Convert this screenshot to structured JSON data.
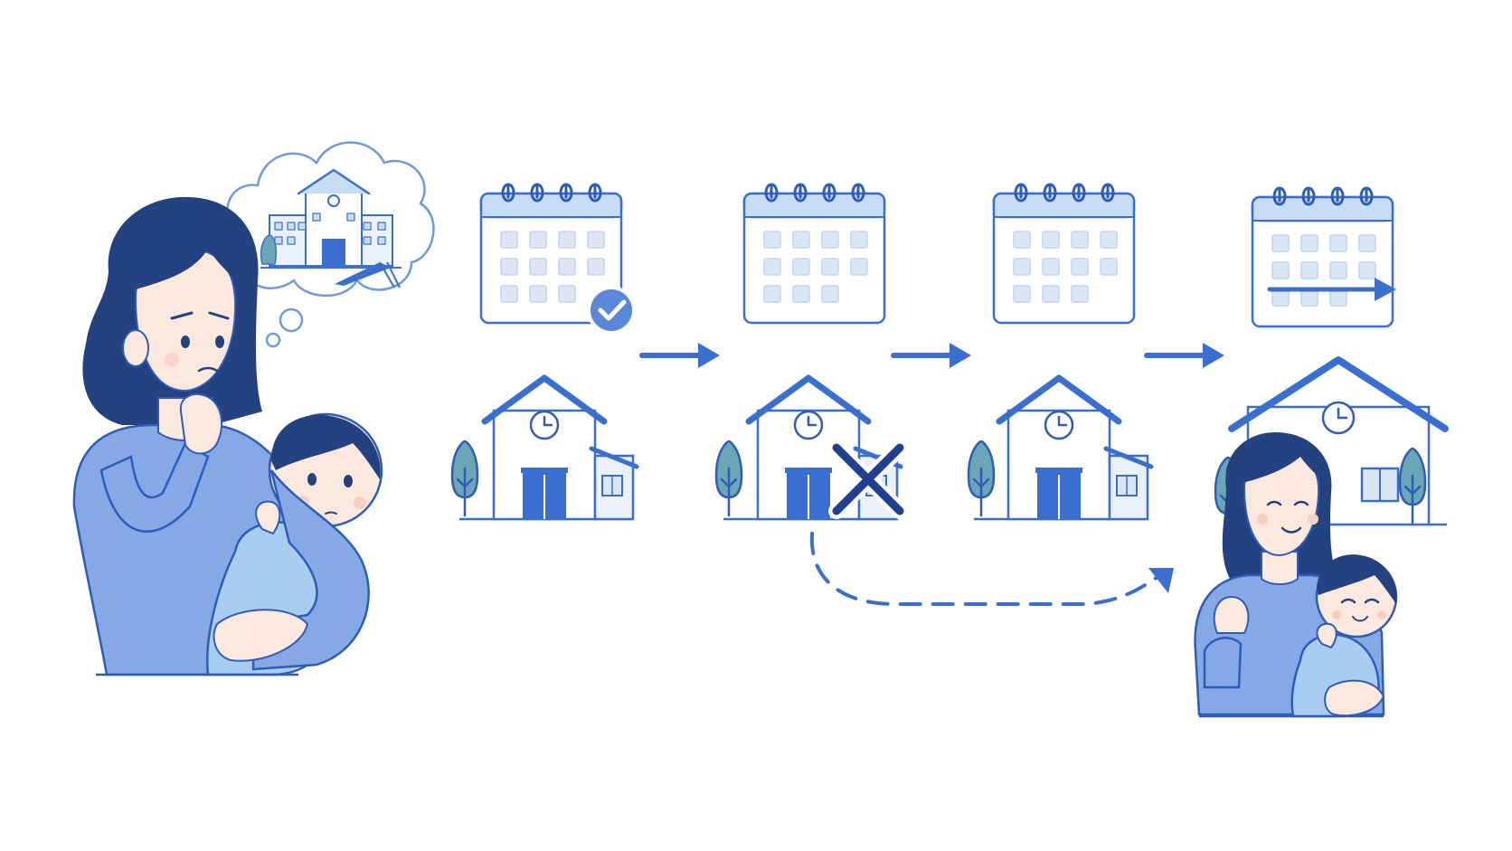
{
  "colors": {
    "primary": "#3a6fd1",
    "outline": "#2e5cb8",
    "dark_blue": "#1f3f8f",
    "light_fill": "#eaf1fb",
    "cell_fill": "#dbe6f7",
    "binding": "#c9dcf5",
    "tree": "#6aa6b5",
    "skin": "#fbe9df",
    "hair": "#24427f",
    "sweater": "#86a9e6",
    "baby_suit": "#a9cdf0"
  },
  "illustration": {
    "thought_bubble": {
      "content": "school-building-icon"
    },
    "steps": [
      {
        "calendar": "calendar-icon",
        "calendar_badge": "check-circle-icon",
        "facility": "nursery-school-icon",
        "status": "available"
      },
      {
        "calendar": "calendar-icon",
        "calendar_badge": "",
        "facility": "nursery-school-icon",
        "status": "unavailable",
        "facility_badge": "x-mark-icon"
      },
      {
        "calendar": "calendar-icon",
        "calendar_badge": "",
        "facility": "nursery-school-icon",
        "status": "waiting"
      },
      {
        "calendar": "calendar-icon",
        "calendar_badge": "arrow-right-icon",
        "facility": "nursery-school-icon",
        "status": "enrolled"
      }
    ],
    "connectors": [
      "arrow-right-icon",
      "arrow-right-icon",
      "arrow-right-icon",
      "dashed-curve-arrow-icon"
    ],
    "characters": [
      "worried-mother-with-baby",
      "happy-mother-with-baby"
    ]
  }
}
